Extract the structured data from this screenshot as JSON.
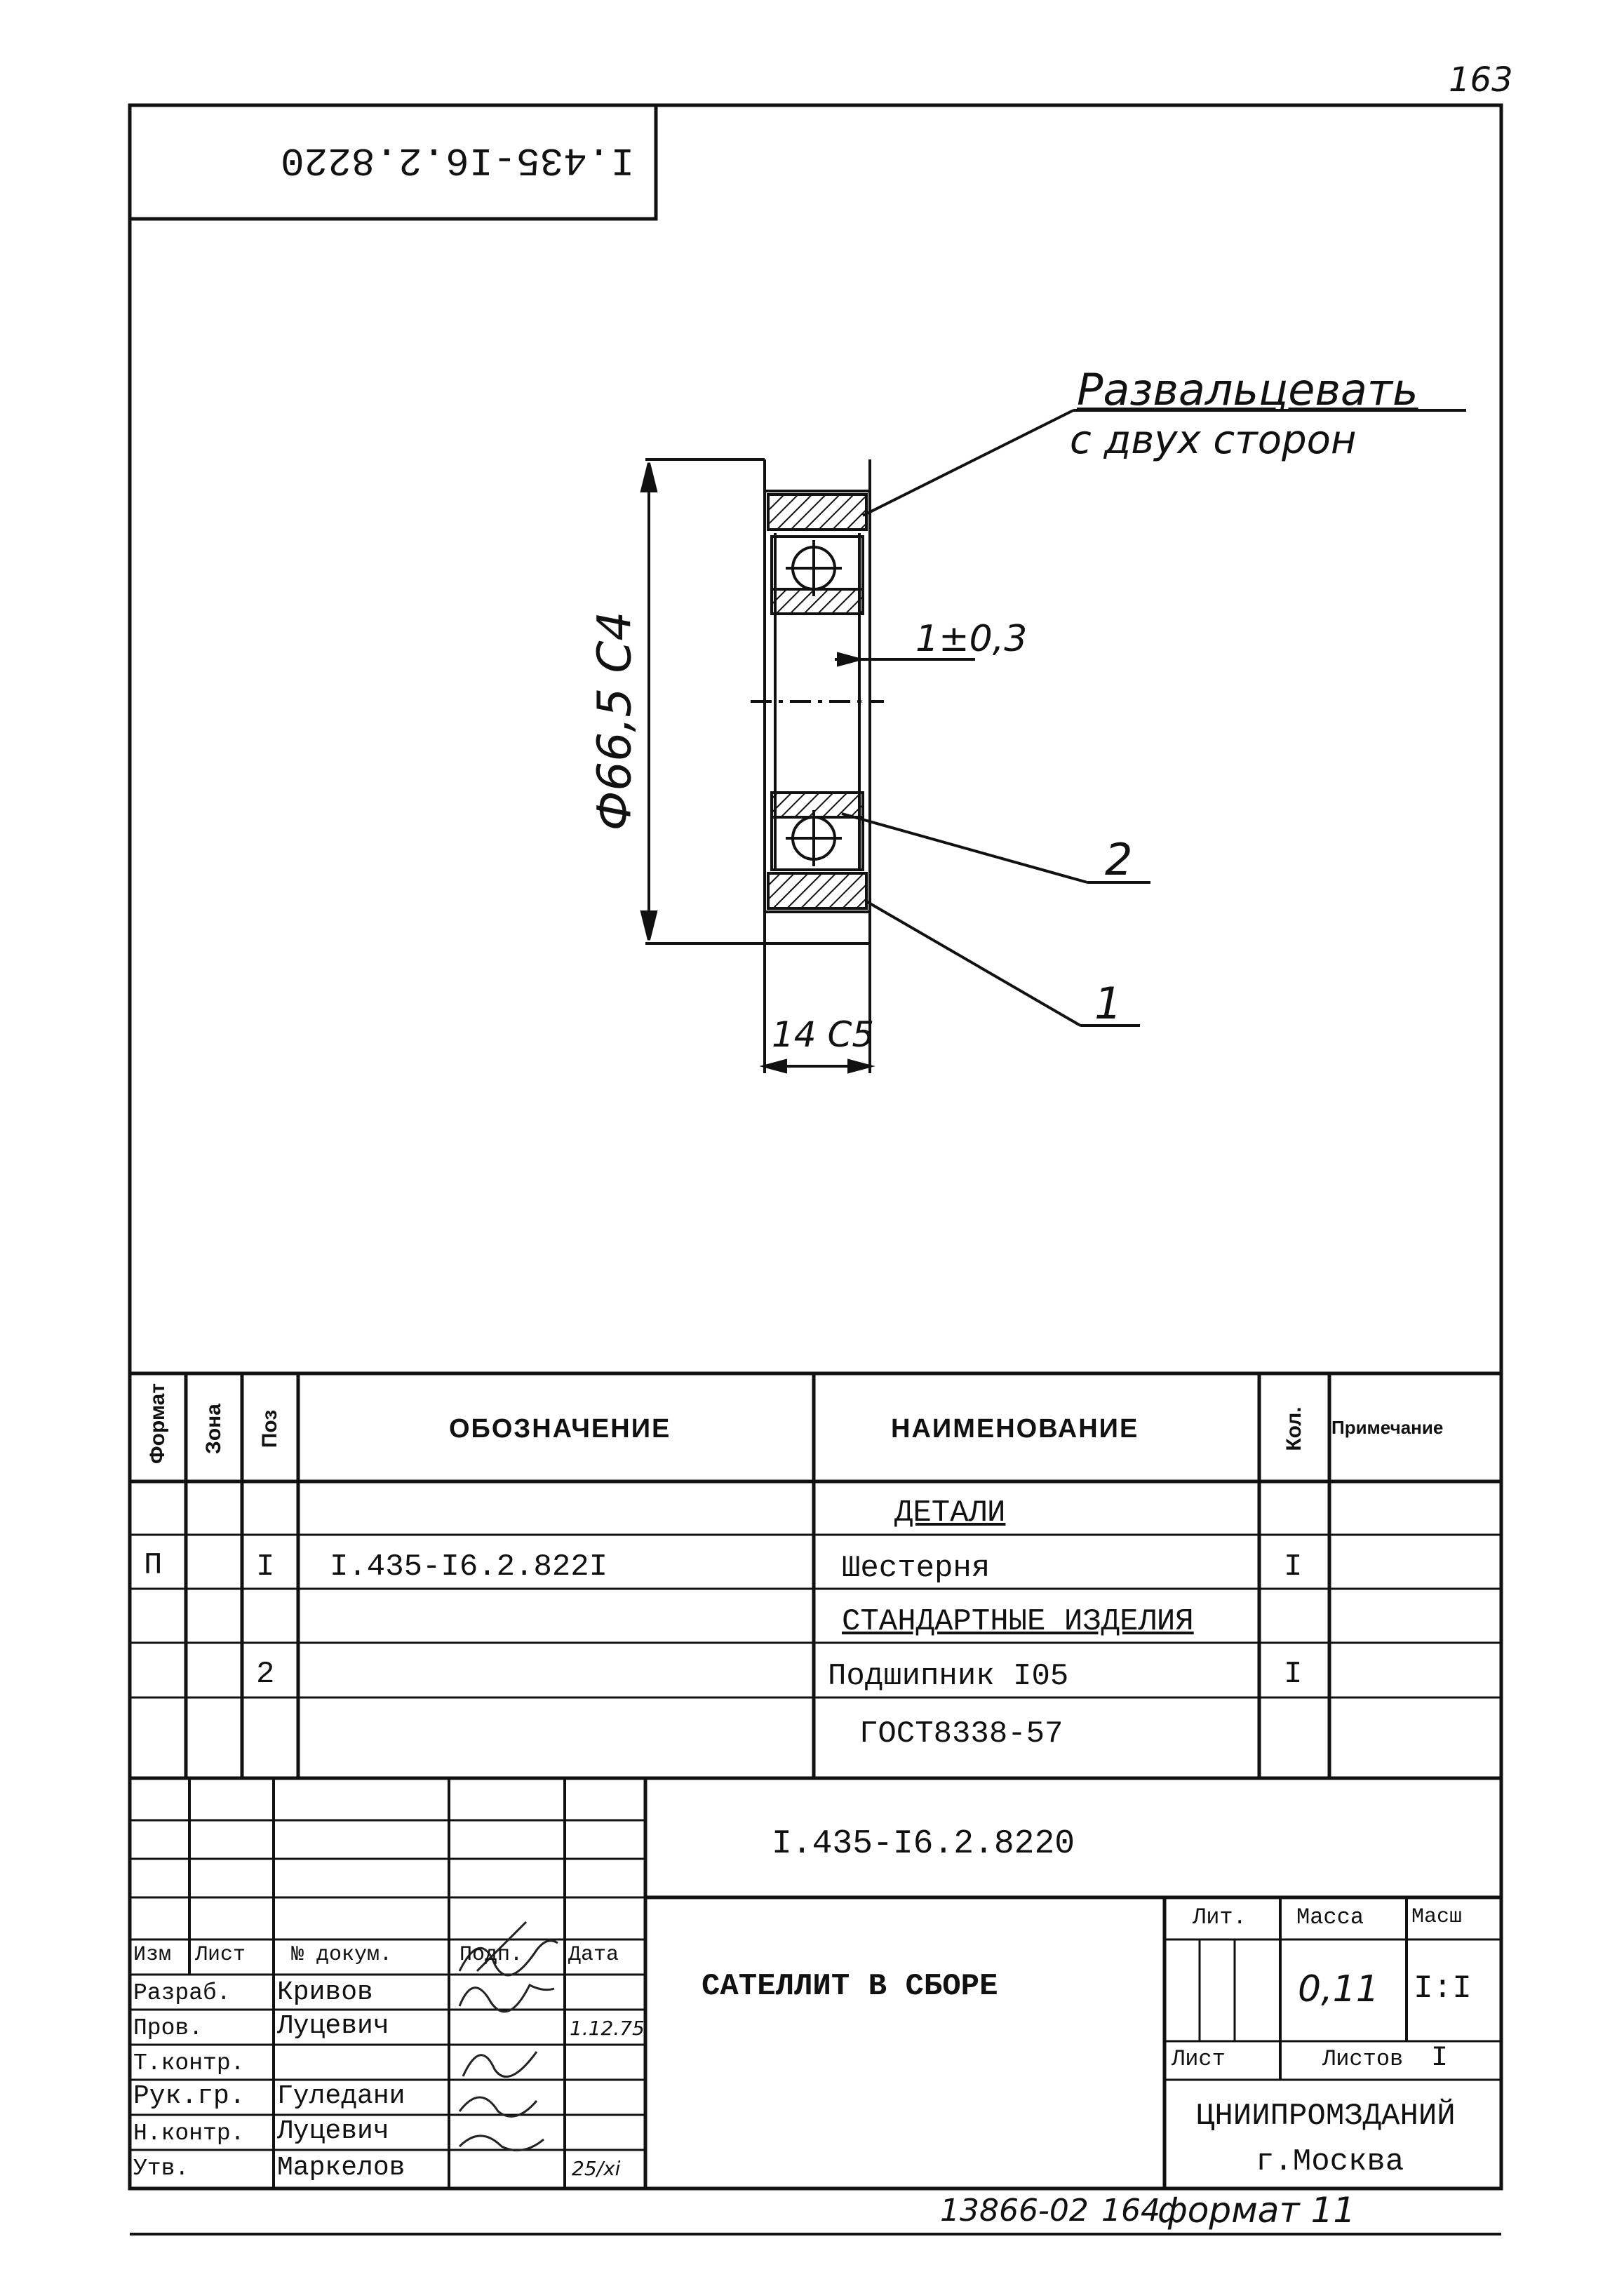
{
  "page_number": "163",
  "rotated_code": "I.435-I6.2.8220",
  "annotations": {
    "flare_line1": "Развальцевать",
    "flare_line2": "с двух сторон",
    "diameter": "Ф66,5 С4",
    "gap": "1±0,3",
    "width": "14 С5",
    "callout_2": "2",
    "callout_1": "1"
  },
  "spec_table": {
    "headers": {
      "format": "Формат",
      "zone": "Зона",
      "pos": "Поз",
      "designation": "ОБОЗНАЧЕНИЕ",
      "name": "НАИМЕНОВАНИЕ",
      "qty": "Кол.",
      "note": "Примечание"
    },
    "section_details": "ДЕТАЛИ",
    "row1": {
      "format": "П",
      "pos": "I",
      "designation": "I.435-I6.2.822I",
      "name": "Шестерня",
      "qty": "I"
    },
    "section_standard": "СТАНДАРТНЫЕ ИЗДЕЛИЯ",
    "row2": {
      "pos": "2",
      "name": "Подшипник I05",
      "qty": "I"
    },
    "row3": {
      "name": "ГОСТ8338-57"
    }
  },
  "title_block": {
    "doc_code": "I.435-I6.2.8220",
    "title": "САТЕЛЛИТ В СБОРЕ",
    "col_izm": "Изм",
    "col_list": "Лист",
    "col_doc": "№ докум.",
    "col_sign": "Подп.",
    "col_date": "Дата",
    "roles": [
      {
        "role": "Разраб.",
        "name": "Кривов",
        "date": ""
      },
      {
        "role": "Пров.",
        "name": "Луцевич",
        "date": "1.12.75"
      },
      {
        "role": "Т.контр.",
        "name": "",
        "date": ""
      },
      {
        "role": "Рук.гр.",
        "name": "Гуледани",
        "date": ""
      },
      {
        "role": "Н.контр.",
        "name": "Луцевич",
        "date": ""
      },
      {
        "role": "Утв.",
        "name": "Маркелов",
        "date": "25/xi"
      }
    ],
    "lit_label": "Лит.",
    "mass_label": "Масса",
    "scale_label": "Масш",
    "mass_value": "0,11",
    "scale_value": "I:I",
    "sheet_label": "Лист",
    "sheets_label": "Листов",
    "sheets_value": "I",
    "org_line1": "ЦНИИПРОМЗДАНИЙ",
    "org_line2": "г.Москва"
  },
  "footer": {
    "inventory": "13866-02",
    "page": "164",
    "format": "формат 11"
  }
}
